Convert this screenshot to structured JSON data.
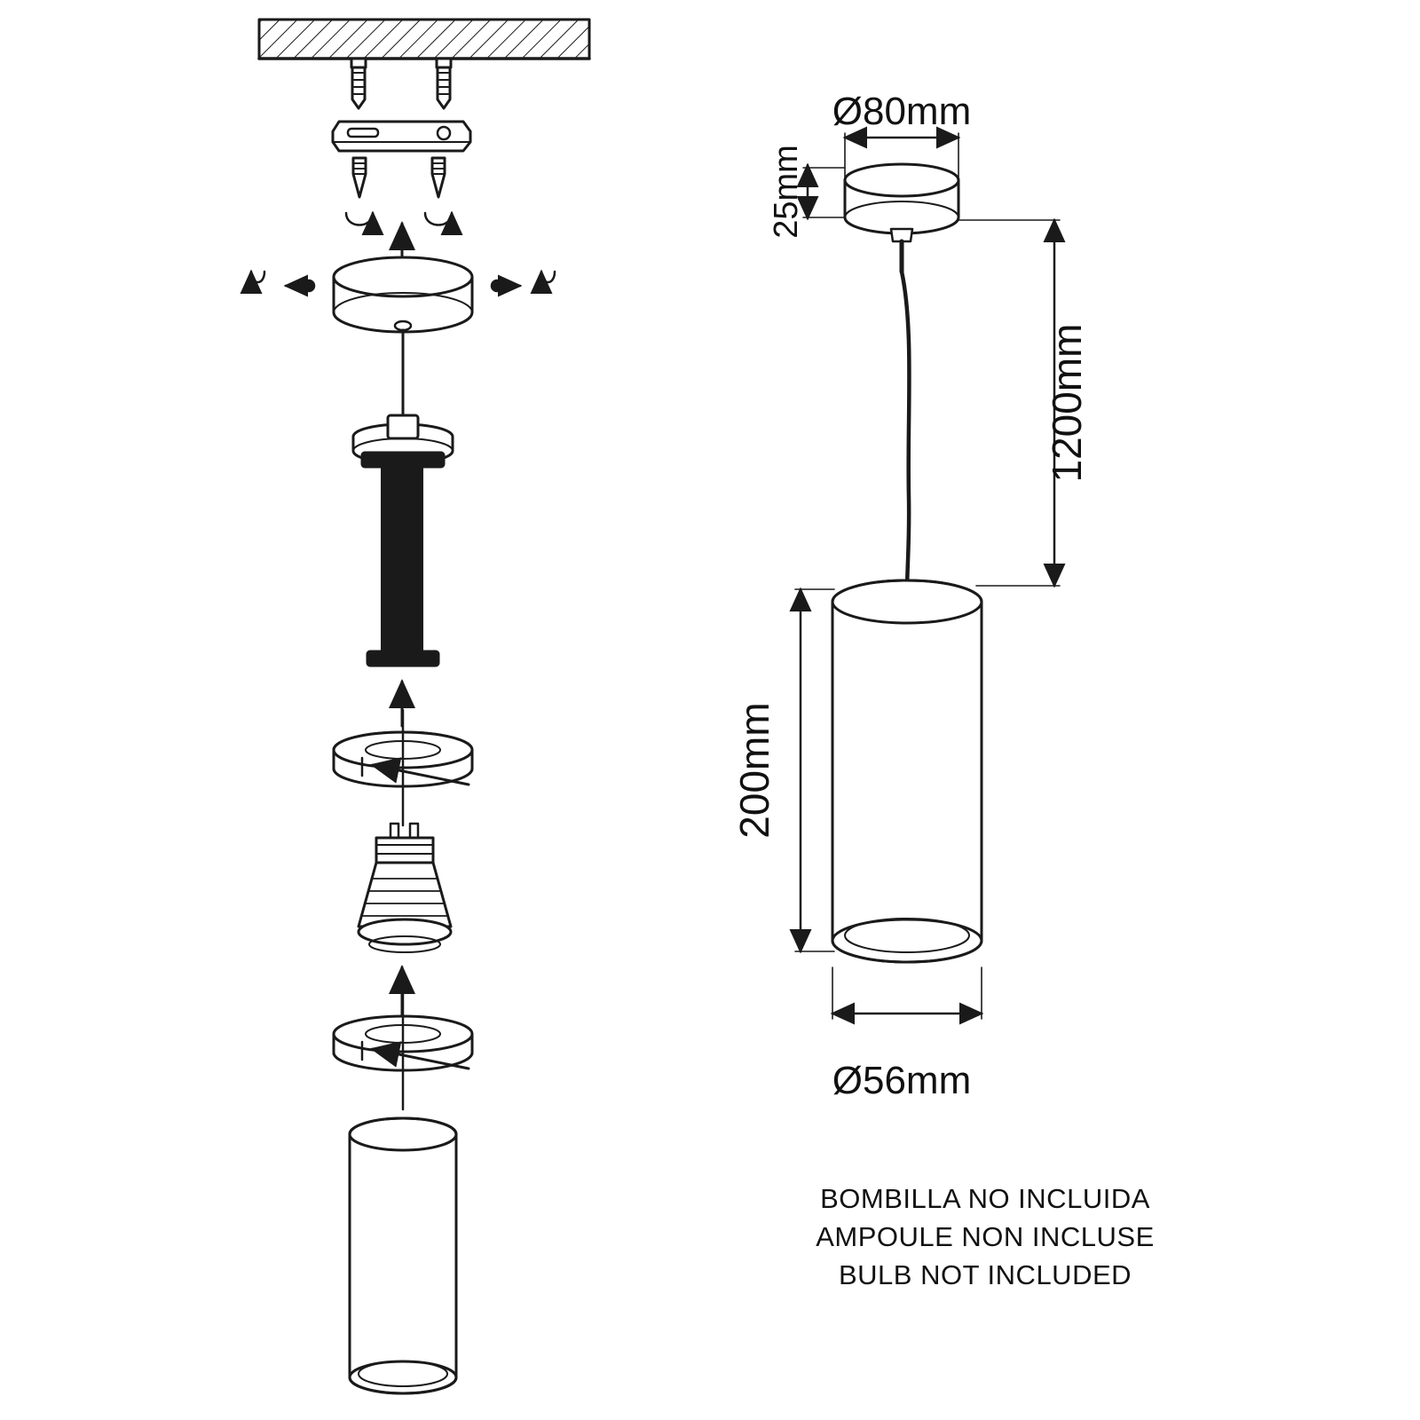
{
  "document": {
    "type": "technical-drawing",
    "title": "Pendant lamp installation and dimension diagram"
  },
  "dimensions": {
    "canopy_diameter": "Ø80mm",
    "canopy_height": "25mm",
    "cable_length": "1200mm",
    "shade_height": "200mm",
    "shade_diameter": "Ø56mm"
  },
  "notes": {
    "line_es": "BOMBILLA NO INCLUIDA",
    "line_fr": "AMPOULE NON INCLUSE",
    "line_en": "BULB NOT INCLUDED"
  },
  "exploded_view": {
    "parts": [
      "ceiling-hatch",
      "wall-plug-left",
      "wall-plug-right",
      "mounting-bracket",
      "screw-left",
      "screw-right",
      "canopy-cover",
      "cable-with-stopper",
      "threaded-rod",
      "lock-ring-upper",
      "gu10-bulb",
      "lock-ring-lower",
      "cylinder-shade"
    ]
  },
  "colors": {
    "line": "#1a1a1a",
    "fill": "#ffffff",
    "solid": "#000000",
    "background": "#ffffff"
  }
}
